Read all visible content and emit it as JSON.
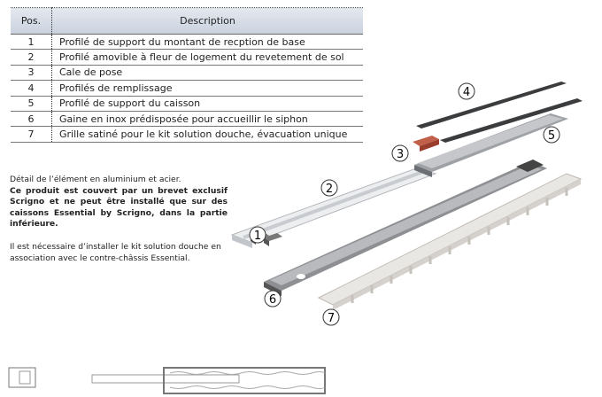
{
  "table": {
    "headers": [
      "Pos.",
      "Description"
    ],
    "rows": [
      {
        "pos": "1",
        "desc": "Profilé de support du montant de recption de base"
      },
      {
        "pos": "2",
        "desc": "Profilé amovible à fleur de logement du revetement de sol"
      },
      {
        "pos": "3",
        "desc": "Cale de pose"
      },
      {
        "pos": "4",
        "desc": "Profilés de remplissage"
      },
      {
        "pos": "5",
        "desc": "Profilé de support du caisson"
      },
      {
        "pos": "6",
        "desc": "Gaine en inox prédisposée pour accueillir le siphon"
      },
      {
        "pos": "7",
        "desc": "Grille satiné pour le kit solution douche, évacuation unique"
      }
    ]
  },
  "note": {
    "line1": "Détail de l’élément en aluminium et acier.",
    "bold": "Ce produit est couvert par un brevet exclusif Scrigno et ne peut être installé que sur des caissons Essential by Scrigno, dans la partie inférieure.",
    "line3": "Il est nécessaire d’installer le kit solution douche en association avec le contre-châssis Essential."
  },
  "callouts": [
    "1",
    "2",
    "3",
    "4",
    "5",
    "6",
    "7"
  ]
}
